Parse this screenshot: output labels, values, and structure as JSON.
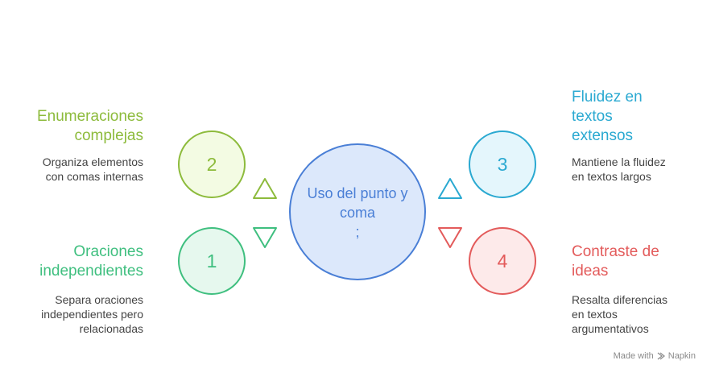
{
  "center": {
    "line1": "Uso del punto y",
    "line2": "coma",
    "line3": ";"
  },
  "items": [
    {
      "number": "2",
      "title_lines": [
        "Enumeraciones",
        "complejas"
      ],
      "desc_lines": [
        "Organiza elementos",
        "con comas internas"
      ],
      "color": "#8dbb3c",
      "fill": "#f3fbe3"
    },
    {
      "number": "1",
      "title_lines": [
        "Oraciones",
        "independientes"
      ],
      "desc_lines": [
        "Separa oraciones",
        "independientes pero",
        "relacionadas"
      ],
      "color": "#3fbf7f",
      "fill": "#e6f8ee"
    },
    {
      "number": "3",
      "title_lines": [
        "Fluidez en",
        "textos",
        "extensos"
      ],
      "desc_lines": [
        "Mantiene la fluidez",
        "en textos largos"
      ],
      "color": "#2aa9d1",
      "fill": "#e4f6fc"
    },
    {
      "number": "4",
      "title_lines": [
        "Contraste de",
        "ideas"
      ],
      "desc_lines": [
        "Resalta diferencias",
        "en textos",
        "argumentativos"
      ],
      "color": "#e35b5b",
      "fill": "#fdeaea"
    }
  ],
  "center_style": {
    "color": "#4a7fd6",
    "fill": "#dce8fb"
  },
  "watermark": {
    "prefix": "Made with",
    "brand": "Napkin"
  }
}
